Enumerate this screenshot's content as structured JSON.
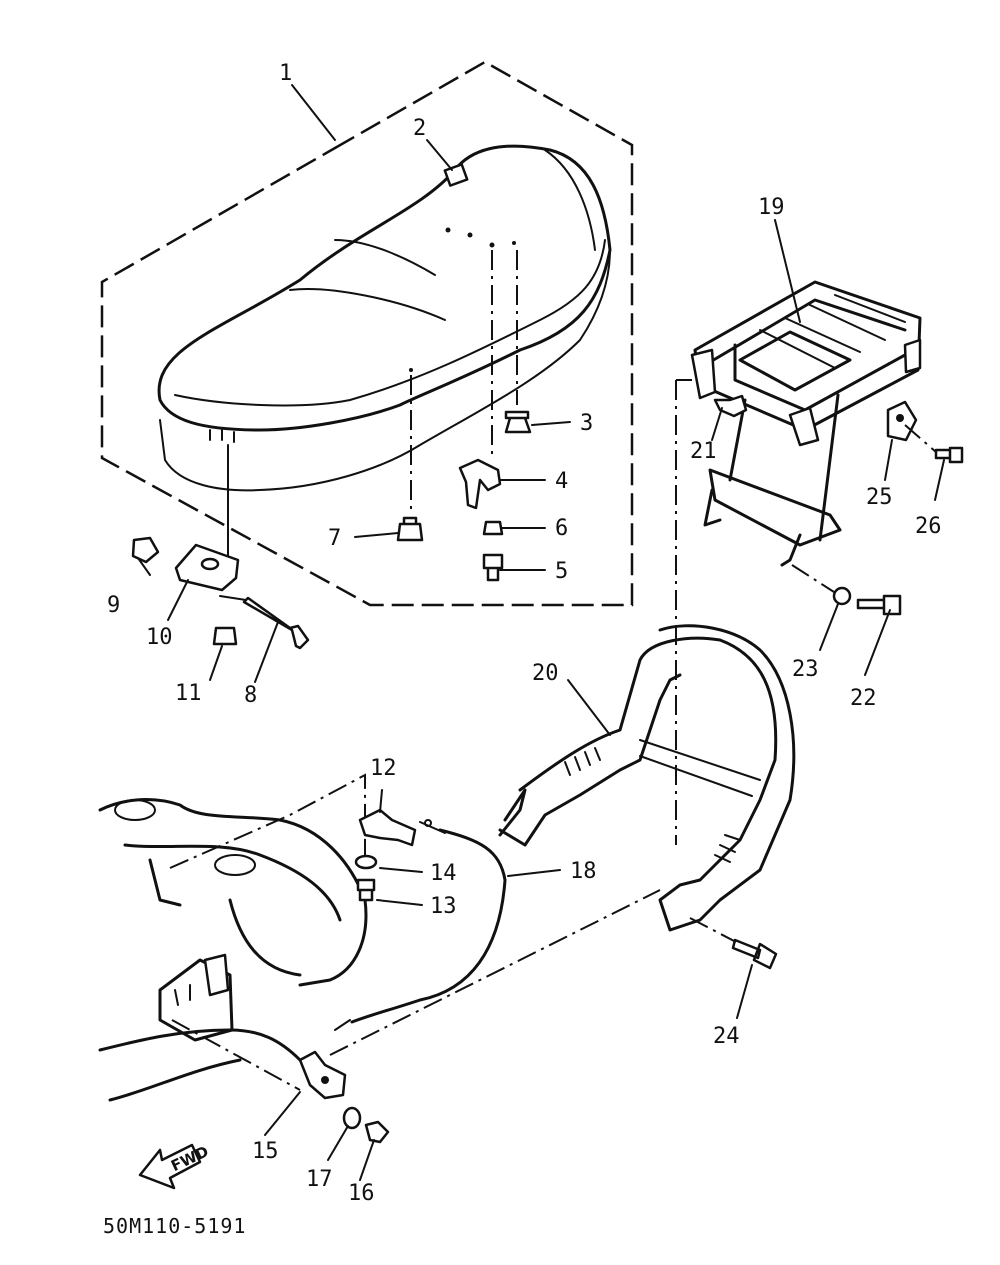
{
  "diagram": {
    "part_numbers": [
      "1",
      "2",
      "3",
      "4",
      "5",
      "6",
      "7",
      "8",
      "9",
      "10",
      "11",
      "12",
      "13",
      "14",
      "15",
      "16",
      "17",
      "18",
      "19",
      "20",
      "21",
      "22",
      "23",
      "24",
      "25",
      "26"
    ],
    "direction_label": "FWD",
    "drawing_code": "50M110-5191"
  }
}
